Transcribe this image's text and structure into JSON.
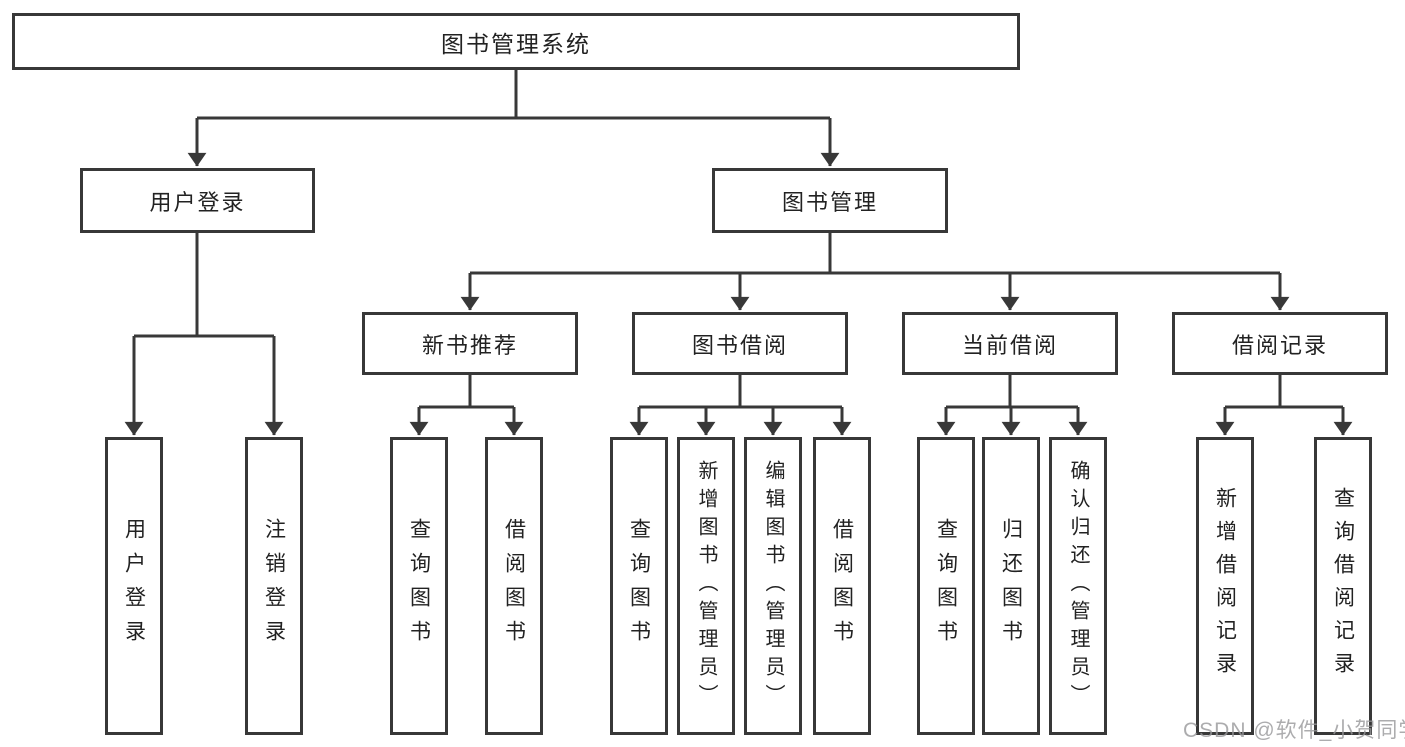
{
  "diagram": {
    "tree": {
      "root": {
        "label": "图书管理系统",
        "children": [
          {
            "label": "用户登录",
            "children": [
              {
                "label": "用户登录"
              },
              {
                "label": "注销登录"
              }
            ]
          },
          {
            "label": "图书管理",
            "children": [
              {
                "label": "新书推荐",
                "children": [
                  {
                    "label": "查询图书"
                  },
                  {
                    "label": "借阅图书"
                  }
                ]
              },
              {
                "label": "图书借阅",
                "children": [
                  {
                    "label": "查询图书"
                  },
                  {
                    "label": "新增图书（管理员）"
                  },
                  {
                    "label": "编辑图书（管理员）"
                  },
                  {
                    "label": "借阅图书"
                  }
                ]
              },
              {
                "label": "当前借阅",
                "children": [
                  {
                    "label": "查询图书"
                  },
                  {
                    "label": "归还图书"
                  },
                  {
                    "label": "确认归还（管理员）"
                  }
                ]
              },
              {
                "label": "借阅记录",
                "children": [
                  {
                    "label": "新增借阅记录"
                  },
                  {
                    "label": "查询借阅记录"
                  }
                ]
              }
            ]
          }
        ]
      }
    },
    "watermark": "CSDN @软件_小贺同学",
    "colors": {
      "line": "#383838",
      "text": "#222222",
      "background": "#ffffff",
      "watermark": "#98989a"
    }
  }
}
